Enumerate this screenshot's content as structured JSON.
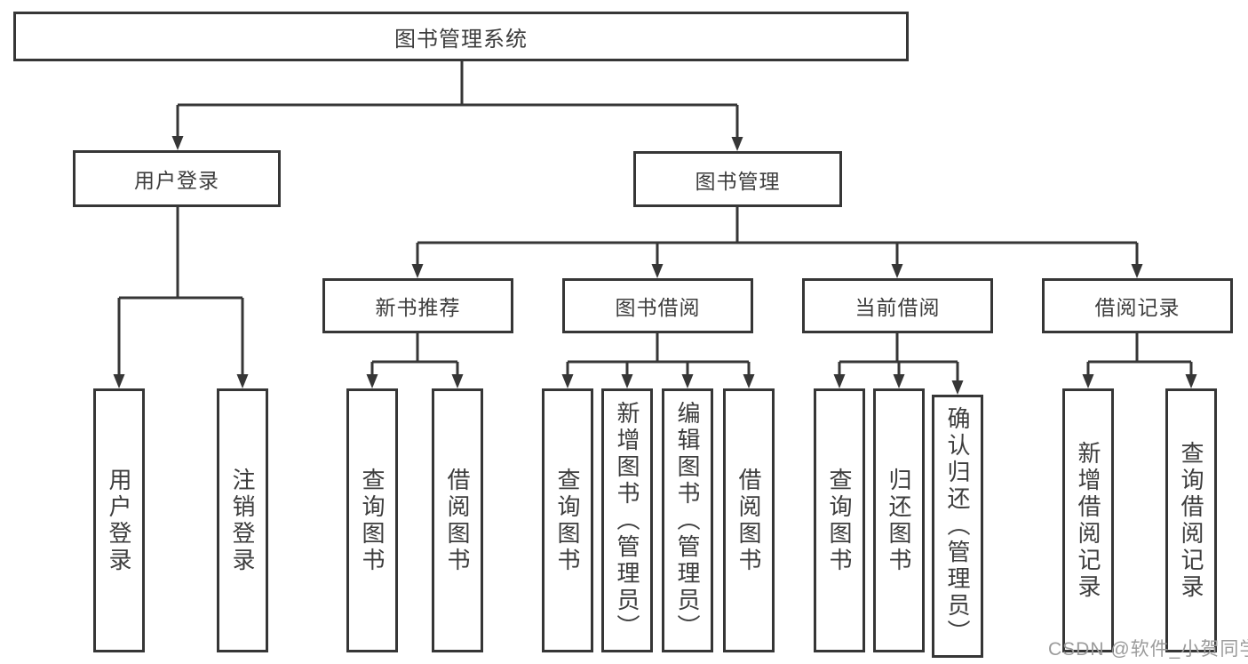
{
  "meta": {
    "background_color": "#ffffff",
    "line_color": "#363636",
    "text_color": "#3d3d3d",
    "watermark_color": "#9b9b9b",
    "diagram_type": "hierarchy-tree"
  },
  "root": {
    "label": "图书管理系统"
  },
  "level2": [
    {
      "label": "用户登录"
    },
    {
      "label": "图书管理"
    }
  ],
  "level3": [
    {
      "label": "新书推荐"
    },
    {
      "label": "图书借阅"
    },
    {
      "label": "当前借阅"
    },
    {
      "label": "借阅记录"
    }
  ],
  "leaves": {
    "login": [
      {
        "label": "用户登录"
      },
      {
        "label": "注销登录"
      }
    ],
    "recommend": [
      {
        "label": "查询图书"
      },
      {
        "label": "借阅图书"
      }
    ],
    "borrow": [
      {
        "label": "查询图书"
      },
      {
        "label": "新增图书（管理员）"
      },
      {
        "label": "编辑图书（管理员）"
      },
      {
        "label": "借阅图书"
      }
    ],
    "current": [
      {
        "label": "查询图书"
      },
      {
        "label": "归还图书"
      },
      {
        "label": "确认归还（管理员）"
      }
    ],
    "records": [
      {
        "label": "新增借阅记录"
      },
      {
        "label": "查询借阅记录"
      }
    ]
  },
  "watermark": "CSDN @软件_小贺同学"
}
